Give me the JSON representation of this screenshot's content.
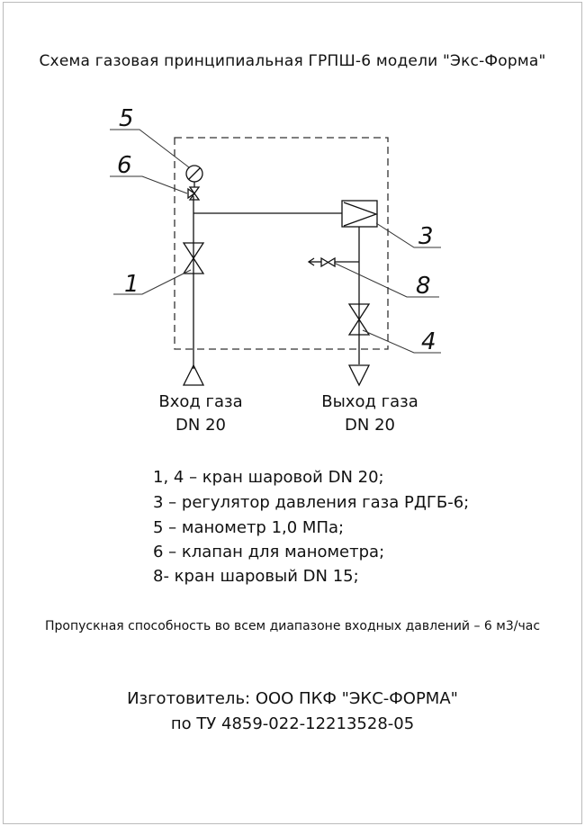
{
  "title": "Схема газовая принципиальная ГРПШ-6 модели \"Экс-Форма\"",
  "diagram": {
    "callouts": [
      "5",
      "6",
      "1",
      "3",
      "8",
      "4"
    ],
    "inlet": {
      "label": "Вход газа",
      "size": "DN 20"
    },
    "outlet": {
      "label": "Выход газа",
      "size": "DN 20"
    }
  },
  "legend": [
    "1, 4 – кран шаровой DN 20;",
    "3 – регулятор давления газа РДГБ-6;",
    "5 – манометр 1,0 МПа;",
    "6 – клапан для манометра;",
    "8- кран шаровый DN 15;"
  ],
  "capacity_note": "Пропускная способность во всем диапазоне входных давлений – 6 м3/час",
  "manufacturer": {
    "line1": "Изготовитель: ООО ПКФ \"ЭКС-ФОРМА\"",
    "line2": "по ТУ 4859-022-12213528-05"
  }
}
